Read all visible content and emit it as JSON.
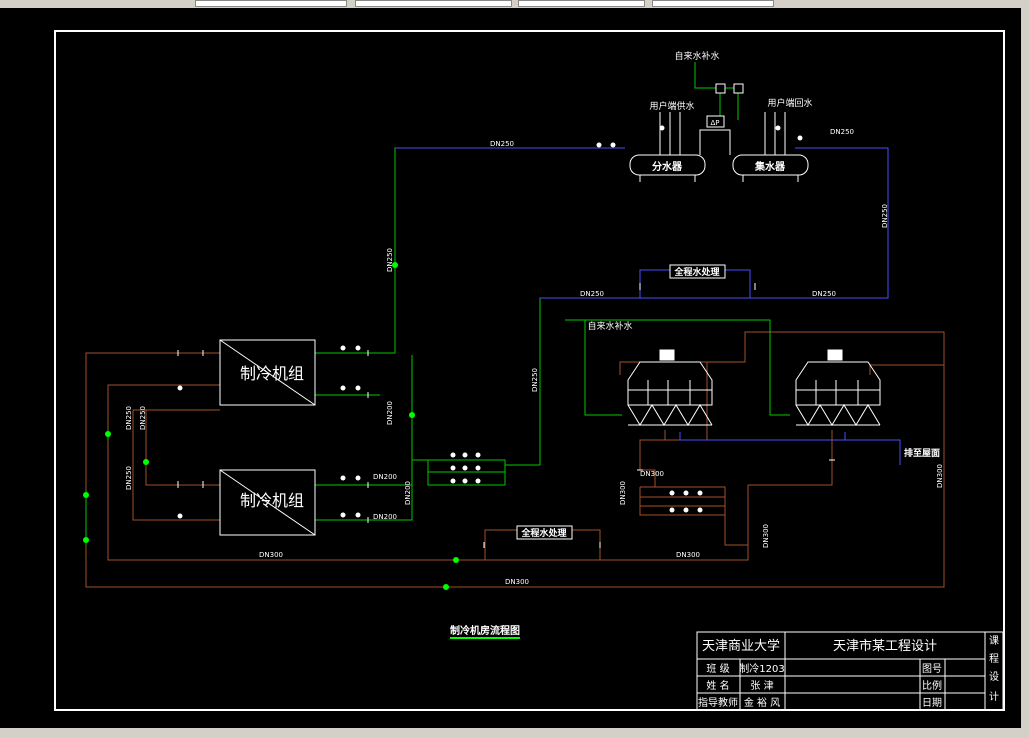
{
  "diagram": {
    "title": "制冷机房流程图",
    "chiller_label": "制冷机组",
    "distributor": "分水器",
    "collector": "集水器",
    "supply_user": "用户端供水",
    "return_user": "用户端回水",
    "makeup_top": "自来水补水",
    "makeup_tower": "自来水补水",
    "water_treatment": "全程水处理",
    "drain_label": "排至屋面",
    "ap_label": "ΔP",
    "pipes": {
      "dn250": "DN250",
      "dn200": "DN200",
      "dn300": "DN300"
    }
  },
  "titleblock": {
    "university": "天津商业大学",
    "project": "天津市某工程设计",
    "class_label": "班    级",
    "class_value": "制冷1203",
    "name_label": "姓    名",
    "name_value": "张    津",
    "advisor_label": "指导教师",
    "advisor_value": "金  裕  风",
    "drawing_no": "图号",
    "scale": "比例",
    "date": "日期",
    "course": [
      "课",
      "程",
      "设",
      "计"
    ]
  },
  "colors": {
    "green": "#00ff00",
    "blue": "#4b4bff",
    "brown": "#a0522d",
    "white": "#ffffff",
    "yellow": "#ffff00"
  }
}
